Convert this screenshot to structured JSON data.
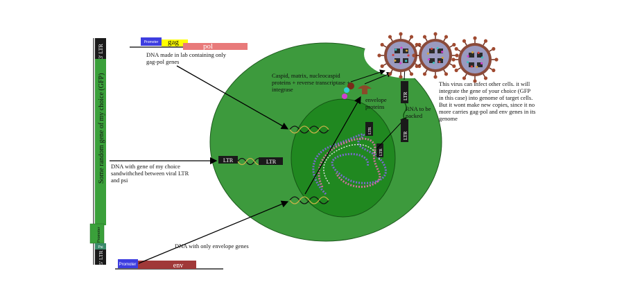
{
  "plasmids": {
    "gagpol": {
      "promoter": "Promoter",
      "gag": "gag",
      "pol": "pol",
      "note": "DNA made in lab containing only gag-pol genes"
    },
    "env": {
      "promoter": "Promoter",
      "env": "env",
      "note": "DNA with only envelope genes"
    },
    "transfer": {
      "ltr3": "3' LTR",
      "ltr5": "5' LTR",
      "gene": "Some random gene of my choice (GFP)",
      "promoter": "Promoter",
      "psi": "Psi",
      "note": "DNA with gene of my choice sandwithched between viral LTR and psi"
    }
  },
  "cell": {
    "ltr_left": "LTR",
    "ltr_right": "LTR",
    "proteins": "Caspid, matrix, nucleocaspid proteins + reverse transcriptase + integrase",
    "envelope": "envelope proteins",
    "rna_ltr_top": "LTR",
    "rna_ltr_bottom": "LTR",
    "rna": "RNA to be packed",
    "genome_ltr_a": "LTR",
    "genome_ltr_b": "LTR"
  },
  "virus_note": "This virus can infect other cells. it will integrate the gene of your choice (GFP in this case) into genome of target cells. But it wont make new copies, since it no more carries gag-pol and env genes in its genome",
  "colors": {
    "cell": "#3d9a3d",
    "nucleus": "#208820",
    "promoter": "#3d3de0",
    "gag": "#ffff00",
    "pol": "#e87a7a",
    "env": "#a03838",
    "ltr": "#1a1a1a",
    "transfer": "#3aa03a"
  }
}
